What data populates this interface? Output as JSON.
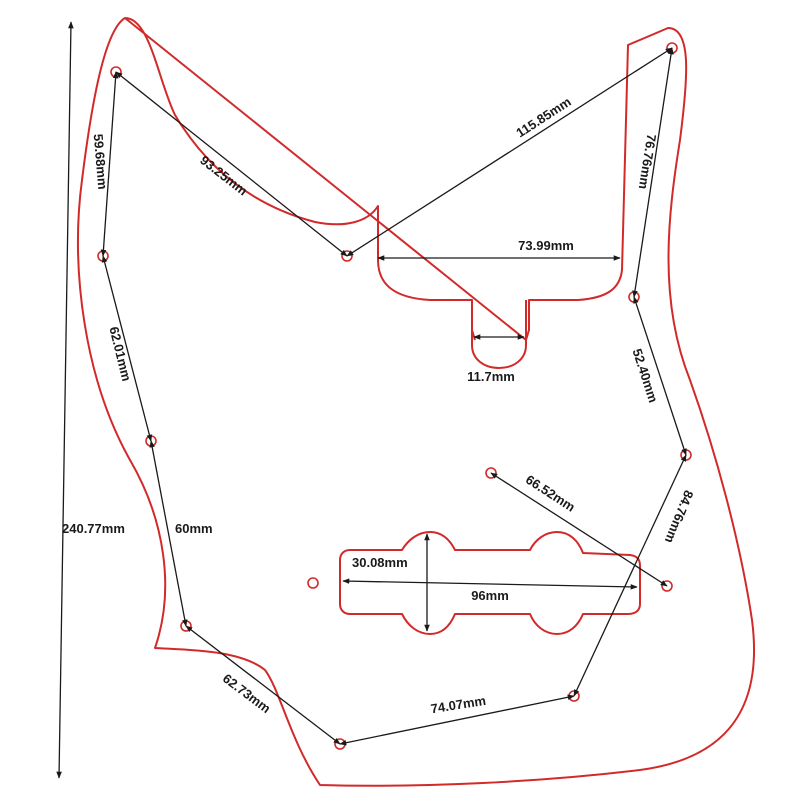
{
  "dimensions": {
    "total_height": "240.77mm",
    "top_left_vertical": "59.68mm",
    "top_left_diagonal": "93.25mm",
    "top_right_diagonal": "115.85mm",
    "top_right_vertical": "76.76mm",
    "neck_pocket_width": "73.99mm",
    "neck_tab_width": "11.7mm",
    "left_upper_side": "62.01mm",
    "left_lower_side": "60mm",
    "right_upper_side": "52.40mm",
    "right_lower_side": "84.76mm",
    "control_diagonal": "66.52mm",
    "pickup_height": "30.08mm",
    "pickup_length": "96mm",
    "bottom_left": "62.73mm",
    "bottom_center": "74.07mm"
  },
  "colors": {
    "outline": "#d22a2a",
    "dimension_lines": "#1a1a1a"
  }
}
